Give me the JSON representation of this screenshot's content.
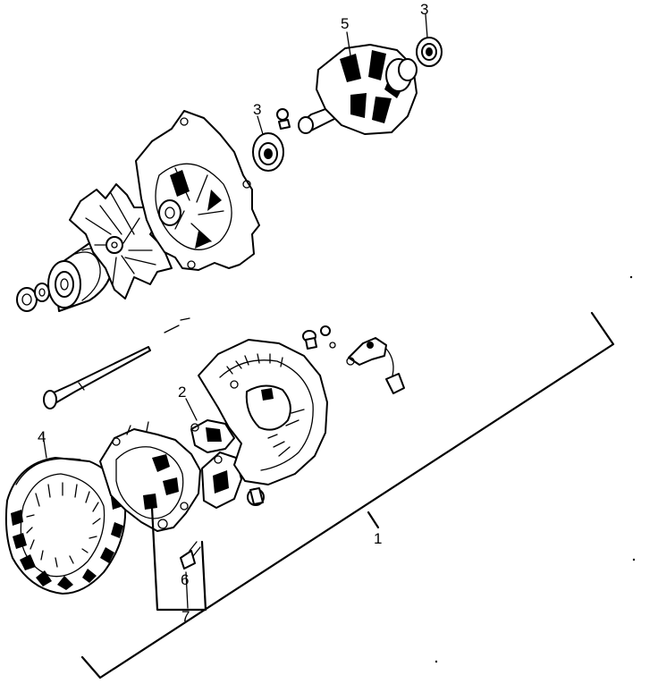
{
  "callouts": {
    "c1": "1",
    "c2": "2",
    "c3a": "3",
    "c3b": "3",
    "c4": "4",
    "c5": "5",
    "c6": "6",
    "c7": "7"
  },
  "colors": {
    "ink": "#000000",
    "paper": "#ffffff"
  }
}
